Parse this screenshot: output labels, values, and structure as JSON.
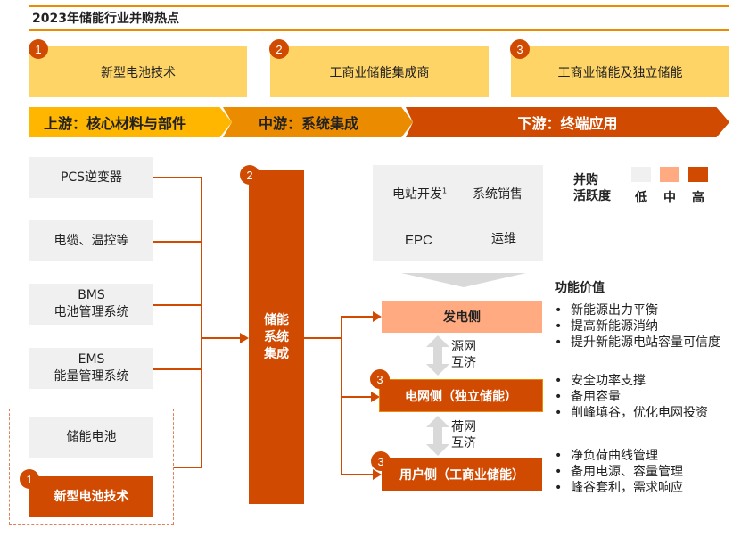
{
  "title": "2023年储能行业并购热点",
  "hotspots": [
    {
      "num": "1",
      "label": "新型电池技术"
    },
    {
      "num": "2",
      "label": "工商业储能集成商"
    },
    {
      "num": "3",
      "label": "工商业储能及独立储能"
    }
  ],
  "stages": [
    "上游：核心材料与部件",
    "中游：系统集成",
    "下游：终端应用"
  ],
  "upstream": {
    "pcs": "PCS逆变器",
    "cable": "电缆、温控等",
    "bms_1": "BMS",
    "bms_2": "电池管理系统",
    "ems_1": "EMS",
    "ems_2": "能量管理系统",
    "battery": "储能电池",
    "new_battery": "新型电池技术",
    "new_battery_num": "1"
  },
  "midstream": {
    "num": "2",
    "label_1": "储能",
    "label_2": "系统",
    "label_3": "集成"
  },
  "services": {
    "dev": "电站开发",
    "dev_sup": "1",
    "sales": "系统销售",
    "epc": "EPC",
    "om": "运维"
  },
  "legend": {
    "label_1": "并购",
    "label_2": "活跃度",
    "low": "低",
    "mid": "中",
    "high": "高",
    "colors": [
      "#F0F0F0",
      "#FFAA80",
      "#D04A02"
    ]
  },
  "downstream": {
    "gen": "发电侧",
    "grid": "电网侧（独立储能）",
    "grid_num": "3",
    "user": "用户侧（工商业储能）",
    "user_num": "3",
    "link1_1": "源网",
    "link1_2": "互济",
    "link2_1": "荷网",
    "link2_2": "互济"
  },
  "value": {
    "heading": "功能价值",
    "gen": [
      "新能源出力平衡",
      "提高新能源消纳",
      "提升新能源电站容量可信度"
    ],
    "grid": [
      "安全功率支撑",
      "备用容量",
      "削峰填谷，优化电网投资"
    ],
    "user": [
      "净负荷曲线管理",
      "备用电源、容量管理",
      "峰谷套利，需求响应"
    ]
  }
}
